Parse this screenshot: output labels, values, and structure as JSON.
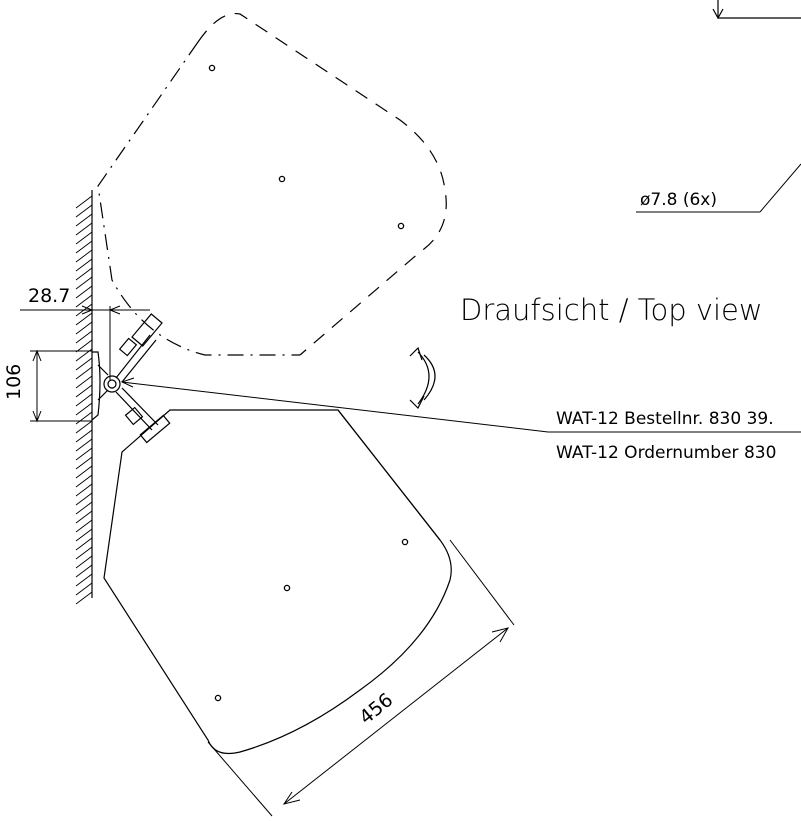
{
  "drawing": {
    "view_title": "Draufsicht / Top view",
    "dimensions": {
      "wall_offset": "28.7",
      "bracket_height": "106",
      "speaker_depth": "456"
    },
    "hole_note": "ø7.8 (6x)",
    "order_label_de": "WAT-12 Bestellnr. 830 39.",
    "order_label_en": "WAT-12 Ordernumber 830"
  }
}
